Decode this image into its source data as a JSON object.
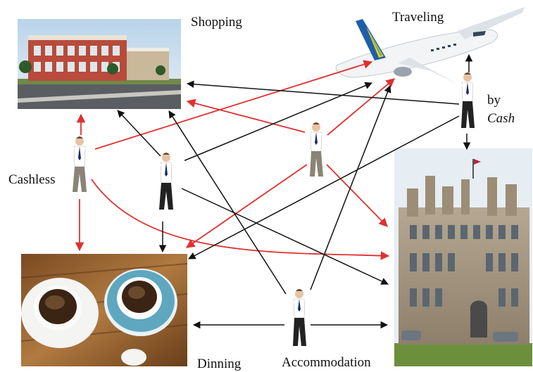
{
  "labels": {
    "shopping": "Shopping",
    "traveling": "Traveling",
    "cashless": "Cashless",
    "by": "by",
    "cash": "Cash",
    "dinning": "Dinning",
    "accommodation": "Accommodation"
  },
  "images": {
    "shopping": "shopping-mall-photo",
    "traveling": "airplane-photo",
    "dining": "coffee-cups-photo",
    "accommodation": "castle-hotel-photo"
  },
  "colors": {
    "cashless_arrow": "#e03030",
    "cash_arrow": "#111111",
    "person_shirt": "#ffffff",
    "person_pants": "#222222",
    "person_pants_cashless": "#8a8478",
    "tie": "#1a2a6a"
  },
  "figures": [
    {
      "id": "cashless-person-1",
      "kind": "cashless"
    },
    {
      "id": "cash-person-1",
      "kind": "cash"
    },
    {
      "id": "cashless-person-2",
      "kind": "cashless"
    },
    {
      "id": "cash-person-2",
      "kind": "cash"
    },
    {
      "id": "cash-person-3",
      "kind": "cash"
    }
  ]
}
